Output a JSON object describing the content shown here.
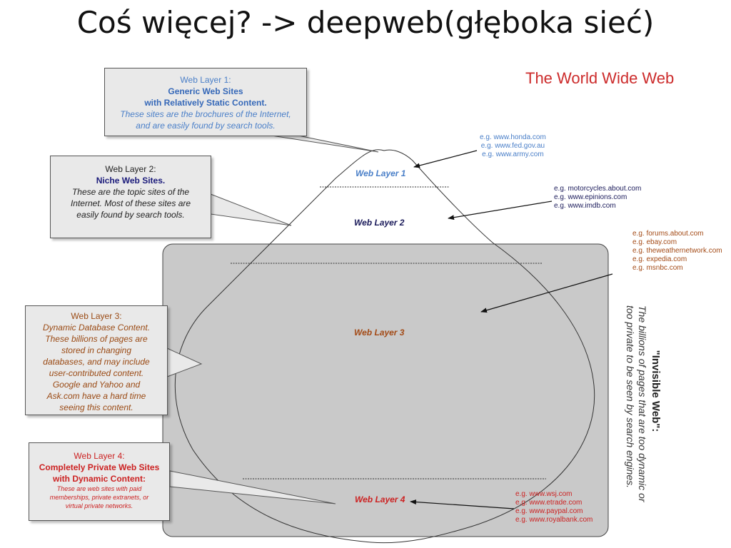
{
  "slide": {
    "title": "Coś więcej? -> deepweb(głęboka sieć)"
  },
  "diagram": {
    "heading": "The World Wide Web",
    "layers": [
      {
        "label": "Web Layer 1",
        "color": "#4a7fc8"
      },
      {
        "label": "Web Layer 2",
        "color": "#1a1a5a"
      },
      {
        "label": "Web Layer 3",
        "color": "#a34a16"
      },
      {
        "label": "Web Layer 4",
        "color": "#cc2222"
      }
    ],
    "callouts": {
      "layer1": {
        "title": "Web Layer 1:",
        "bold": [
          "Generic Web Sites",
          "with Relatively Static Content."
        ],
        "desc": [
          "These sites are the brochures of the Internet,",
          "and are easily found by search tools."
        ]
      },
      "layer2": {
        "title": "Web Layer 2:",
        "bold": "Niche Web Sites.",
        "desc": [
          "These are the topic sites of the",
          "Internet. Most of these sites are",
          "easily found by search tools."
        ]
      },
      "layer3": {
        "title": "Web Layer 3:",
        "desc": [
          "Dynamic Database Content.",
          "These billions of pages are",
          "stored in changing",
          "databases, and may include",
          "user-contributed content.",
          "Google and Yahoo and",
          "Ask.com have a hard time",
          "seeing this content."
        ]
      },
      "layer4": {
        "title": "Web Layer 4:",
        "bold": [
          "Completely Private Web Sites",
          "with Dynamic Content:"
        ],
        "desc": [
          "These are web sites with paid",
          "memberships, private extranets, or",
          "virtual private networks."
        ]
      }
    },
    "examples": {
      "layer1": [
        "e.g. www.honda.com",
        "e.g. www.fed.gov.au",
        "e.g. www.army.com"
      ],
      "layer2": [
        "e.g. motorcycles.about.com",
        "e.g. www.epinions.com",
        "e.g. www.imdb.com"
      ],
      "layer3": [
        "e.g. forums.about.com",
        "e.g. ebay.com",
        "e.g. theweathernetwork.com",
        "e.g. expedia.com",
        "e.g. msnbc.com"
      ],
      "layer4": [
        "e.g. www.wsj.com",
        "e.g. www.etrade.com",
        "e.g. www.paypal.com",
        "e.g. www.royalbank.com"
      ]
    },
    "invisible_web": {
      "heading": "\"Invisible Web\":",
      "body": [
        "The billions of pages that are too dynamic or",
        "too private to be seen by search engines."
      ]
    }
  }
}
